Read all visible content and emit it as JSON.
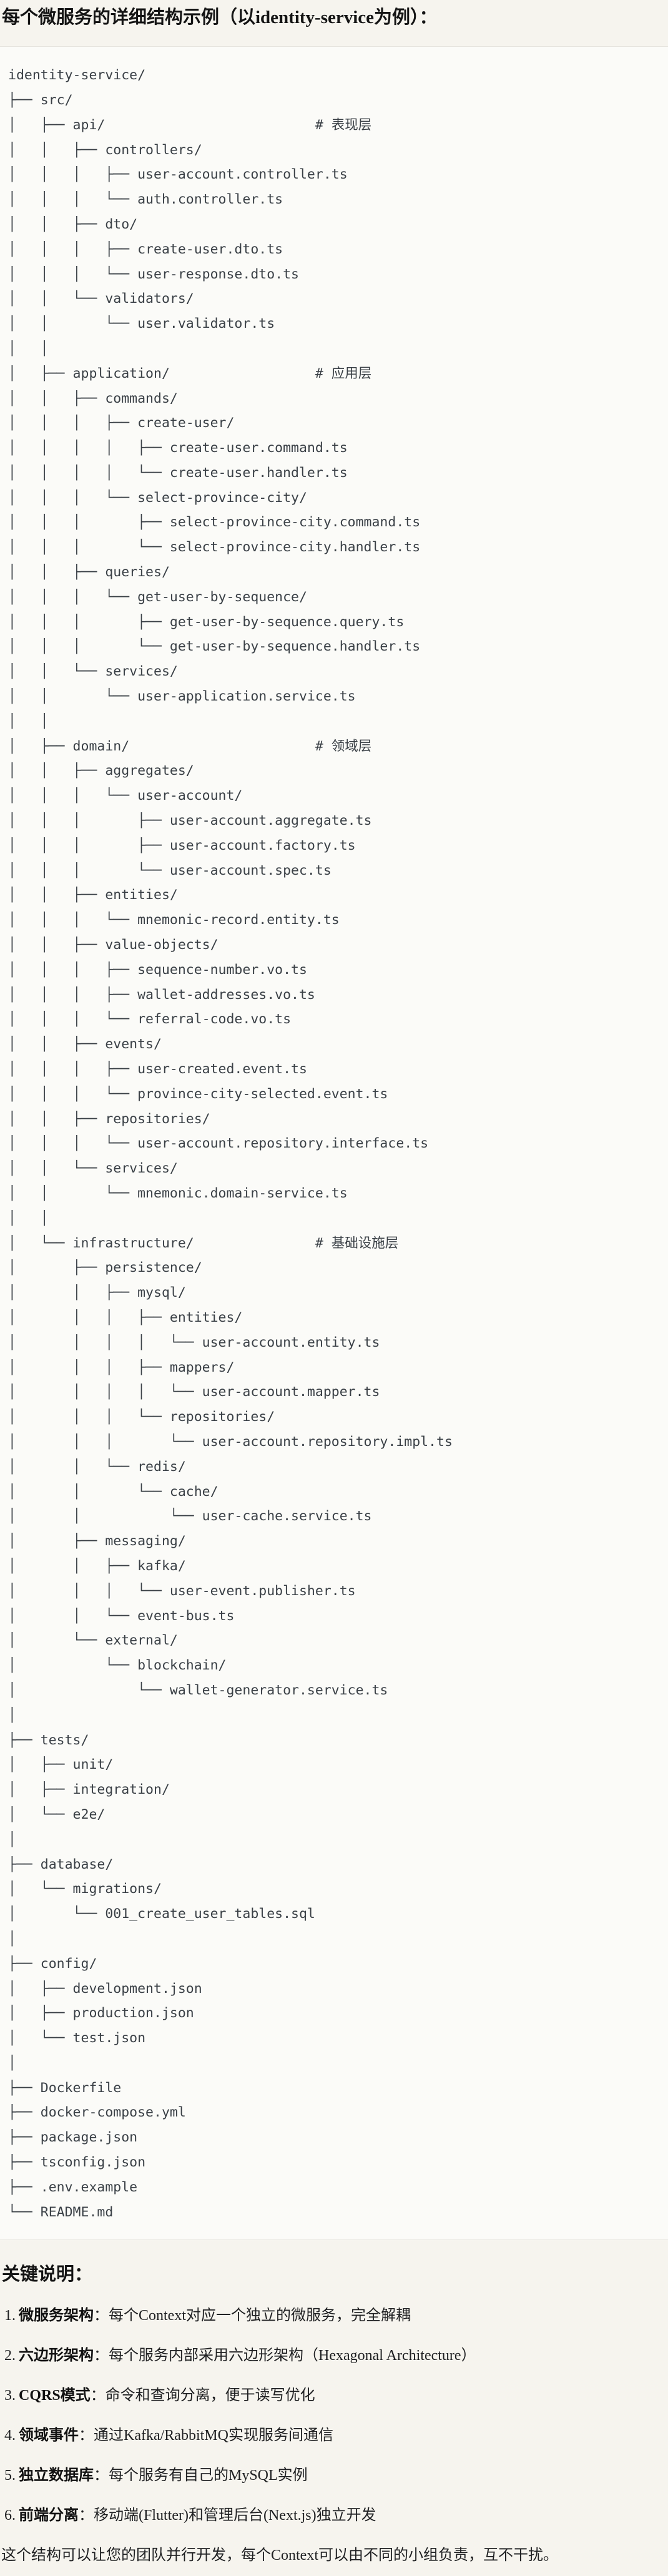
{
  "title": "每个微服务的详细结构示例（以identity-service为例）：",
  "tree_lines": [
    "identity-service/",
    "├── src/",
    "│   ├── api/                          # 表现层",
    "│   │   ├── controllers/",
    "│   │   │   ├── user-account.controller.ts",
    "│   │   │   └── auth.controller.ts",
    "│   │   ├── dto/",
    "│   │   │   ├── create-user.dto.ts",
    "│   │   │   └── user-response.dto.ts",
    "│   │   └── validators/",
    "│   │       └── user.validator.ts",
    "│   │",
    "│   ├── application/                  # 应用层",
    "│   │   ├── commands/",
    "│   │   │   ├── create-user/",
    "│   │   │   │   ├── create-user.command.ts",
    "│   │   │   │   └── create-user.handler.ts",
    "│   │   │   └── select-province-city/",
    "│   │   │       ├── select-province-city.command.ts",
    "│   │   │       └── select-province-city.handler.ts",
    "│   │   ├── queries/",
    "│   │   │   └── get-user-by-sequence/",
    "│   │   │       ├── get-user-by-sequence.query.ts",
    "│   │   │       └── get-user-by-sequence.handler.ts",
    "│   │   └── services/",
    "│   │       └── user-application.service.ts",
    "│   │",
    "│   ├── domain/                       # 领域层",
    "│   │   ├── aggregates/",
    "│   │   │   └── user-account/",
    "│   │   │       ├── user-account.aggregate.ts",
    "│   │   │       ├── user-account.factory.ts",
    "│   │   │       └── user-account.spec.ts",
    "│   │   ├── entities/",
    "│   │   │   └── mnemonic-record.entity.ts",
    "│   │   ├── value-objects/",
    "│   │   │   ├── sequence-number.vo.ts",
    "│   │   │   ├── wallet-addresses.vo.ts",
    "│   │   │   └── referral-code.vo.ts",
    "│   │   ├── events/",
    "│   │   │   ├── user-created.event.ts",
    "│   │   │   └── province-city-selected.event.ts",
    "│   │   ├── repositories/",
    "│   │   │   └── user-account.repository.interface.ts",
    "│   │   └── services/",
    "│   │       └── mnemonic.domain-service.ts",
    "│   │",
    "│   └── infrastructure/               # 基础设施层",
    "│       ├── persistence/",
    "│       │   ├── mysql/",
    "│       │   │   ├── entities/",
    "│       │   │   │   └── user-account.entity.ts",
    "│       │   │   ├── mappers/",
    "│       │   │   │   └── user-account.mapper.ts",
    "│       │   │   └── repositories/",
    "│       │   │       └── user-account.repository.impl.ts",
    "│       │   └── redis/",
    "│       │       └── cache/",
    "│       │           └── user-cache.service.ts",
    "│       ├── messaging/",
    "│       │   ├── kafka/",
    "│       │   │   └── user-event.publisher.ts",
    "│       │   └── event-bus.ts",
    "│       └── external/",
    "│           └── blockchain/",
    "│               └── wallet-generator.service.ts",
    "│",
    "├── tests/",
    "│   ├── unit/",
    "│   ├── integration/",
    "│   └── e2e/",
    "│",
    "├── database/",
    "│   └── migrations/",
    "│       └── 001_create_user_tables.sql",
    "│",
    "├── config/",
    "│   ├── development.json",
    "│   ├── production.json",
    "│   └── test.json",
    "│",
    "├── Dockerfile",
    "├── docker-compose.yml",
    "├── package.json",
    "├── tsconfig.json",
    "├── .env.example",
    "└── README.md"
  ],
  "notes": {
    "heading": "关键说明：",
    "items": [
      {
        "num": "1.",
        "label": "微服务架构",
        "rest": "：每个Context对应一个独立的微服务，完全解耦"
      },
      {
        "num": "2.",
        "label": "六边形架构",
        "rest": "：每个服务内部采用六边形架构（Hexagonal Architecture）"
      },
      {
        "num": "3.",
        "label": "CQRS模式",
        "rest": "：命令和查询分离，便于读写优化"
      },
      {
        "num": "4.",
        "label": "领域事件",
        "rest": "：通过Kafka/RabbitMQ实现服务间通信"
      },
      {
        "num": "5.",
        "label": "独立数据库",
        "rest": "：每个服务有自己的MySQL实例"
      },
      {
        "num": "6.",
        "label": "前端分离",
        "rest": "：移动端(Flutter)和管理后台(Next.js)独立开发"
      }
    ],
    "footer": "这个结构可以让您的团队并行开发，每个Context可以由不同的小组负责，互不干扰。"
  },
  "colors": {
    "page_background": "#f6f4ee",
    "code_background": "#fbfbf8",
    "code_border": "#e6e4de",
    "code_text": "#3a4046",
    "heading_text": "#141414",
    "body_text": "#1f2022"
  }
}
